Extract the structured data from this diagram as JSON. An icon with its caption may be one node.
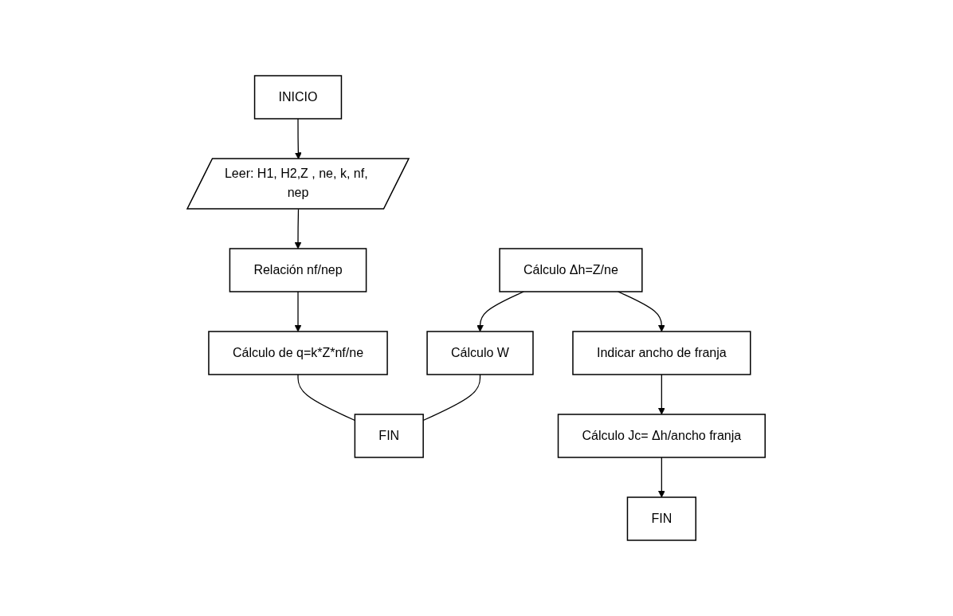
{
  "diagram": {
    "nodes": [
      {
        "text": [
          "INICIO"
        ]
      },
      {
        "text": [
          "Leer: H1, H2,Z , ne, k, nf, nep"
        ]
      },
      {
        "text": [
          "Relación nf/nep"
        ]
      },
      {
        "text": [
          "Cálculo de q=k*Z*nf/ne"
        ]
      },
      {
        "text": [
          "Cálculo Δh=Z/ne"
        ]
      },
      {
        "text": [
          "Cálculo W"
        ]
      },
      {
        "text": [
          "FIN"
        ]
      },
      {
        "text": [
          "Indicar ancho de franja"
        ]
      },
      {
        "text": [
          "Cálculo Jc= Δh/ancho franja"
        ]
      },
      {
        "text": [
          "FIN"
        ]
      }
    ],
    "edges": [
      {
        "from": 0,
        "to": 1,
        "arrow": "to"
      },
      {
        "from": 1,
        "to": 2,
        "arrow": "to"
      },
      {
        "from": 2,
        "to": 3,
        "arrow": "to"
      },
      {
        "from": 3,
        "to": 6,
        "arrow": "none"
      },
      {
        "from": 4,
        "to": 5,
        "arrow": "to"
      },
      {
        "from": 5,
        "to": 6,
        "arrow": "none"
      },
      {
        "from": 4,
        "to": 7,
        "arrow": "to"
      },
      {
        "from": 7,
        "to": 8,
        "arrow": "to"
      },
      {
        "from": 8,
        "to": 9,
        "arrow": "to"
      }
    ]
  }
}
